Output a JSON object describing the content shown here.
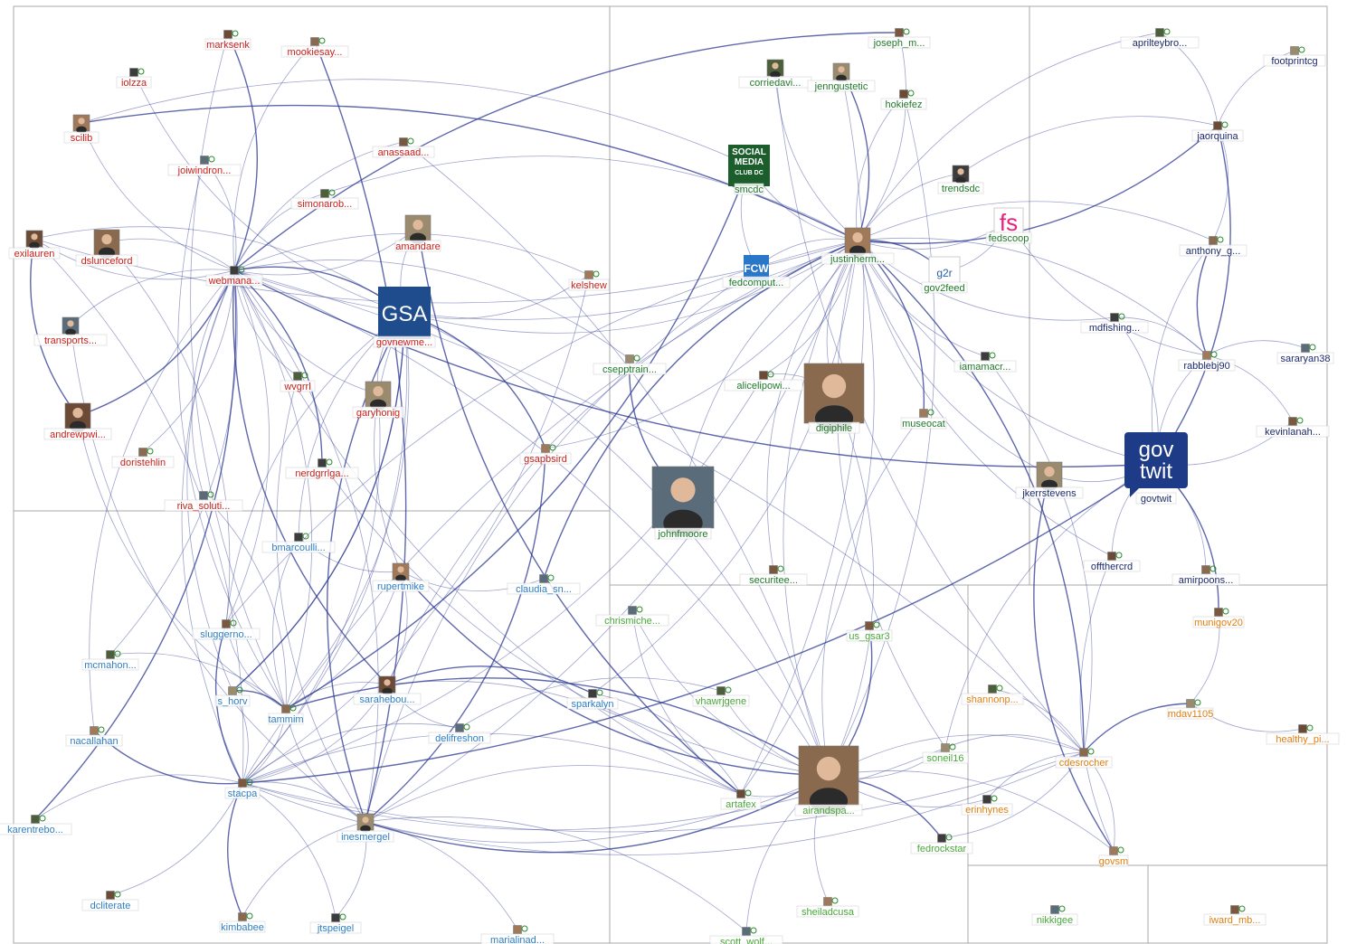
{
  "colors": {
    "edge": "#2a3590",
    "red": "#c8211b",
    "darkblue": "#1c2a6b",
    "green": "#1f7a2a",
    "blue": "#2e7fc4",
    "orange": "#e07f10",
    "lightgreen": "#4aa83a",
    "gsa_bg": "#1f4c8c",
    "govtwit_bg": "#1d3b86",
    "smc_bg": "#1b5e2c",
    "fs_pink": "#e6227a"
  },
  "logos": {
    "gsa": "GSA",
    "smc": [
      "SOCIAL",
      "MEDIA",
      "CLUB DC"
    ],
    "fcw": "FCW",
    "fs": "fs",
    "g2r": "g2r",
    "govtwit": [
      "gov",
      "twit"
    ]
  },
  "nodes": [
    {
      "id": "marksenk",
      "label": "marksenk",
      "group": "red"
    },
    {
      "id": "mookiesay",
      "label": "mookiesay...",
      "group": "red"
    },
    {
      "id": "iolzza",
      "label": "iolzza",
      "group": "red"
    },
    {
      "id": "scilib",
      "label": "scilib",
      "group": "red"
    },
    {
      "id": "joiwindron",
      "label": "joiwindron...",
      "group": "red"
    },
    {
      "id": "anassaad",
      "label": "anassaad...",
      "group": "red"
    },
    {
      "id": "simonarob",
      "label": "simonarob...",
      "group": "red"
    },
    {
      "id": "amandare",
      "label": "amandare",
      "group": "red"
    },
    {
      "id": "exilauren",
      "label": "exilauren",
      "group": "red"
    },
    {
      "id": "dslunceford",
      "label": "dslunceford",
      "group": "red"
    },
    {
      "id": "webmana",
      "label": "webmana...",
      "group": "red"
    },
    {
      "id": "kelshew",
      "label": "kelshew",
      "group": "red"
    },
    {
      "id": "transports",
      "label": "transports...",
      "group": "red"
    },
    {
      "id": "govnewme",
      "label": "govnewme...",
      "group": "red"
    },
    {
      "id": "wvgrrl",
      "label": "wvgrrl",
      "group": "red"
    },
    {
      "id": "garyhonig",
      "label": "garyhonig",
      "group": "red"
    },
    {
      "id": "andrewpwi",
      "label": "andrewpwi...",
      "group": "red"
    },
    {
      "id": "doristehlin",
      "label": "doristehlin",
      "group": "red"
    },
    {
      "id": "nerdgrrlga",
      "label": "nerdgrrlga...",
      "group": "red"
    },
    {
      "id": "gsapbsird",
      "label": "gsapbsird",
      "group": "red"
    },
    {
      "id": "rivasoluti",
      "label": "riva_soluti...",
      "group": "red"
    },
    {
      "id": "joseph_m",
      "label": "joseph_m...",
      "group": "green"
    },
    {
      "id": "corriedavi",
      "label": "corriedavi...",
      "group": "green"
    },
    {
      "id": "jenngustetic",
      "label": "jenngustetic",
      "group": "green"
    },
    {
      "id": "hokiefez",
      "label": "hokiefez",
      "group": "green"
    },
    {
      "id": "smcdc",
      "label": "smcdc",
      "group": "green"
    },
    {
      "id": "trendsdc",
      "label": "trendsdc",
      "group": "green"
    },
    {
      "id": "justinherm",
      "label": "justinherm...",
      "group": "green"
    },
    {
      "id": "fedscoop",
      "label": "fedscoop",
      "group": "green"
    },
    {
      "id": "fedcomput",
      "label": "fedcomput...",
      "group": "green"
    },
    {
      "id": "gov2feed",
      "label": "gov2feed",
      "group": "green"
    },
    {
      "id": "cseptrain",
      "label": "csepptrain...",
      "group": "green"
    },
    {
      "id": "alicelipowi",
      "label": "alicelipowi...",
      "group": "green"
    },
    {
      "id": "digiphile",
      "label": "digiphile",
      "group": "green"
    },
    {
      "id": "iamamacr",
      "label": "iamamacr...",
      "group": "green"
    },
    {
      "id": "museocat",
      "label": "museocat",
      "group": "green"
    },
    {
      "id": "johnfmoore",
      "label": "johnfmoore",
      "group": "green"
    },
    {
      "id": "securitee",
      "label": "securitee...",
      "group": "green"
    },
    {
      "id": "aprilteybro",
      "label": "aprilteybro...",
      "group": "darkblue"
    },
    {
      "id": "footprintcg",
      "label": "footprintcg",
      "group": "darkblue"
    },
    {
      "id": "jaorquina",
      "label": "jaorquina",
      "group": "darkblue"
    },
    {
      "id": "anthony_g",
      "label": "anthony_g...",
      "group": "darkblue"
    },
    {
      "id": "mdfishing",
      "label": "mdfishing...",
      "group": "darkblue"
    },
    {
      "id": "rabblebj90",
      "label": "rabblebj90",
      "group": "darkblue"
    },
    {
      "id": "sararyan38",
      "label": "sararyan38",
      "group": "darkblue"
    },
    {
      "id": "kevinlanah",
      "label": "kevinlanah...",
      "group": "darkblue"
    },
    {
      "id": "govtwit",
      "label": "govtwit",
      "group": "darkblue"
    },
    {
      "id": "jkerrstevens",
      "label": "jkerrstevens",
      "group": "darkblue"
    },
    {
      "id": "offthercrd",
      "label": "offthercrd",
      "group": "darkblue"
    },
    {
      "id": "amirpoons",
      "label": "amirpoons...",
      "group": "darkblue"
    },
    {
      "id": "bmarcoulli",
      "label": "bmarcoulli...",
      "group": "blue"
    },
    {
      "id": "rupertmike",
      "label": "rupertmike",
      "group": "blue"
    },
    {
      "id": "claudia_sn",
      "label": "claudia_sn...",
      "group": "blue"
    },
    {
      "id": "sluggerno",
      "label": "sluggerno...",
      "group": "blue"
    },
    {
      "id": "mcmahon",
      "label": "mcmahon...",
      "group": "blue"
    },
    {
      "id": "s_horv",
      "label": "s_horv",
      "group": "blue"
    },
    {
      "id": "sarahebou",
      "label": "sarahebou...",
      "group": "blue"
    },
    {
      "id": "tammim",
      "label": "tammim",
      "group": "blue"
    },
    {
      "id": "sparkalyn",
      "label": "sparkalyn",
      "group": "blue"
    },
    {
      "id": "nacallahan",
      "label": "nacallahan",
      "group": "blue"
    },
    {
      "id": "delifresh",
      "label": "delifreshon",
      "group": "blue"
    },
    {
      "id": "stacpa",
      "label": "stacpa",
      "group": "blue"
    },
    {
      "id": "karentrebo",
      "label": "karentrebo...",
      "group": "blue"
    },
    {
      "id": "inesmergel",
      "label": "inesmergel",
      "group": "blue"
    },
    {
      "id": "dcliterate",
      "label": "dcliterate",
      "group": "blue"
    },
    {
      "id": "kimbabee",
      "label": "kimbabee",
      "group": "blue"
    },
    {
      "id": "jtspeigel",
      "label": "jtspeigel",
      "group": "blue"
    },
    {
      "id": "marialinad",
      "label": "marialinad...",
      "group": "blue"
    },
    {
      "id": "chrismiche",
      "label": "chrismiche...",
      "group": "lightgreen"
    },
    {
      "id": "us_gsar3",
      "label": "us_gsar3",
      "group": "lightgreen"
    },
    {
      "id": "vhawrjgene",
      "label": "vhawrjgene",
      "group": "lightgreen"
    },
    {
      "id": "soneil16",
      "label": "soneil16",
      "group": "lightgreen"
    },
    {
      "id": "artafex",
      "label": "artafex",
      "group": "lightgreen"
    },
    {
      "id": "airandspa",
      "label": "airandspa...",
      "group": "lightgreen"
    },
    {
      "id": "fedrockstar",
      "label": "fedrockstar",
      "group": "lightgreen"
    },
    {
      "id": "sheiladcusa",
      "label": "sheiladcusa",
      "group": "lightgreen"
    },
    {
      "id": "scott_wolf",
      "label": "scott_wolf...",
      "group": "lightgreen"
    },
    {
      "id": "munigov20",
      "label": "munigov20",
      "group": "orange"
    },
    {
      "id": "shannonp",
      "label": "shannonp...",
      "group": "orange"
    },
    {
      "id": "mdav1105",
      "label": "mdav1105",
      "group": "orange"
    },
    {
      "id": "healthy_pi",
      "label": "healthy_pi...",
      "group": "orange"
    },
    {
      "id": "cdesrocher",
      "label": "cdesrocher",
      "group": "orange"
    },
    {
      "id": "erinhynes",
      "label": "erinhynes",
      "group": "orange"
    },
    {
      "id": "govsm",
      "label": "govsm",
      "group": "orange"
    },
    {
      "id": "nikkigee",
      "label": "nikkigee",
      "group": "lightgreen"
    },
    {
      "id": "iward_mb",
      "label": "iward_mb...",
      "group": "orange"
    }
  ],
  "edges": [
    [
      "webmana",
      "govnewme"
    ],
    [
      "webmana",
      "justinherm"
    ],
    [
      "webmana",
      "exilauren"
    ],
    [
      "webmana",
      "dslunceford"
    ],
    [
      "webmana",
      "scilib"
    ],
    [
      "webmana",
      "marksenk"
    ],
    [
      "webmana",
      "mookiesay"
    ],
    [
      "webmana",
      "joiwindron"
    ],
    [
      "webmana",
      "simonarob"
    ],
    [
      "webmana",
      "transports"
    ],
    [
      "webmana",
      "andrewpwi"
    ],
    [
      "webmana",
      "stacpa"
    ],
    [
      "webmana",
      "tammim"
    ],
    [
      "webmana",
      "s_horv"
    ],
    [
      "webmana",
      "sluggerno"
    ],
    [
      "webmana",
      "sarahebou"
    ],
    [
      "webmana",
      "inesmergel"
    ],
    [
      "webmana",
      "artafex"
    ],
    [
      "webmana",
      "airandspa"
    ],
    [
      "webmana",
      "wvgrrl"
    ],
    [
      "webmana",
      "nerdgrrlga"
    ],
    [
      "webmana",
      "rivasoluti"
    ],
    [
      "webmana",
      "kelshew"
    ],
    [
      "webmana",
      "amandare"
    ],
    [
      "webmana",
      "cdesrocher"
    ],
    [
      "webmana",
      "govtwit"
    ],
    [
      "webmana",
      "anassaad"
    ],
    [
      "webmana",
      "garyhonig"
    ],
    [
      "justinherm",
      "smcdc"
    ],
    [
      "justinherm",
      "fedcomput"
    ],
    [
      "justinherm",
      "gov2feed"
    ],
    [
      "justinherm",
      "fedscoop"
    ],
    [
      "justinherm",
      "trendsdc"
    ],
    [
      "justinherm",
      "joseph_m"
    ],
    [
      "justinherm",
      "corriedavi"
    ],
    [
      "justinherm",
      "jenngustetic"
    ],
    [
      "justinherm",
      "hokiefez"
    ],
    [
      "justinherm",
      "digiphile"
    ],
    [
      "justinherm",
      "alicelipowi"
    ],
    [
      "justinherm",
      "iamamacr"
    ],
    [
      "justinherm",
      "museocat"
    ],
    [
      "justinherm",
      "govtwit"
    ],
    [
      "justinherm",
      "aprilteybro"
    ],
    [
      "justinherm",
      "airandspa"
    ],
    [
      "justinherm",
      "artafex"
    ],
    [
      "justinherm",
      "scilib"
    ],
    [
      "justinherm",
      "govnewme"
    ],
    [
      "justinherm",
      "stacpa"
    ],
    [
      "justinherm",
      "inesmergel"
    ],
    [
      "justinherm",
      "jkerrstevens"
    ],
    [
      "justinherm",
      "cdesrocher"
    ],
    [
      "justinherm",
      "johnfmoore"
    ],
    [
      "justinherm",
      "gsapbsird"
    ],
    [
      "justinherm",
      "sarahebou"
    ],
    [
      "justinherm",
      "exilauren"
    ],
    [
      "justinherm",
      "jaorquina"
    ],
    [
      "justinherm",
      "anthony_g"
    ],
    [
      "justinherm",
      "mdfishing"
    ],
    [
      "justinherm",
      "rabblebj90"
    ],
    [
      "justinherm",
      "soneil16"
    ],
    [
      "govnewme",
      "gsapbsird"
    ],
    [
      "govnewme",
      "garyhonig"
    ],
    [
      "govnewme",
      "stacpa"
    ],
    [
      "govnewme",
      "sluggerno"
    ],
    [
      "govnewme",
      "tammim"
    ],
    [
      "govnewme",
      "inesmergel"
    ],
    [
      "govnewme",
      "airandspa"
    ],
    [
      "govnewme",
      "kelshew"
    ],
    [
      "govnewme",
      "amandare"
    ],
    [
      "govnewme",
      "exilauren"
    ],
    [
      "govnewme",
      "s_horv"
    ],
    [
      "govnewme",
      "rupertmike"
    ],
    [
      "govtwit",
      "jkerrstevens"
    ],
    [
      "govtwit",
      "offthercrd"
    ],
    [
      "govtwit",
      "rabblebj90"
    ],
    [
      "govtwit",
      "jaorquina"
    ],
    [
      "govtwit",
      "anthony_g"
    ],
    [
      "govtwit",
      "kevinlanah"
    ],
    [
      "govtwit",
      "amirpoons"
    ],
    [
      "govtwit",
      "soneil16"
    ],
    [
      "govtwit",
      "stacpa"
    ],
    [
      "govtwit",
      "mdfishing"
    ],
    [
      "aprilteybro",
      "jaorquina"
    ],
    [
      "footprintcg",
      "jaorquina"
    ],
    [
      "jaorquina",
      "anthony_g"
    ],
    [
      "anthony_g",
      "rabblebj90"
    ],
    [
      "rabblebj90",
      "kevinlanah"
    ],
    [
      "sararyan38",
      "rabblebj90"
    ],
    [
      "mdfishing",
      "rabblebj90"
    ],
    [
      "stacpa",
      "tammim"
    ],
    [
      "stacpa",
      "sluggerno"
    ],
    [
      "stacpa",
      "s_horv"
    ],
    [
      "stacpa",
      "inesmergel"
    ],
    [
      "stacpa",
      "karentrebo"
    ],
    [
      "stacpa",
      "dcliterate"
    ],
    [
      "stacpa",
      "kimbabee"
    ],
    [
      "stacpa",
      "jtspeigel"
    ],
    [
      "stacpa",
      "airandspa"
    ],
    [
      "stacpa",
      "artafex"
    ],
    [
      "stacpa",
      "cdesrocher"
    ],
    [
      "stacpa",
      "nacallahan"
    ],
    [
      "stacpa",
      "sarahebou"
    ],
    [
      "stacpa",
      "delifresh"
    ],
    [
      "stacpa",
      "soneil16"
    ],
    [
      "tammim",
      "sluggerno"
    ],
    [
      "tammim",
      "s_horv"
    ],
    [
      "tammim",
      "sarahebou"
    ],
    [
      "tammim",
      "mcmahon"
    ],
    [
      "tammim",
      "bmarcoulli"
    ],
    [
      "tammim",
      "rupertmike"
    ],
    [
      "tammim",
      "airandspa"
    ],
    [
      "tammim",
      "inesmergel"
    ],
    [
      "inesmergel",
      "marialinad"
    ],
    [
      "inesmergel",
      "kimbabee"
    ],
    [
      "inesmergel",
      "jtspeigel"
    ],
    [
      "inesmergel",
      "airandspa"
    ],
    [
      "inesmergel",
      "artafex"
    ],
    [
      "inesmergel",
      "cdesrocher"
    ],
    [
      "inesmergel",
      "scott_wolf"
    ],
    [
      "sarahebou",
      "delifresh"
    ],
    [
      "sarahebou",
      "sparkalyn"
    ],
    [
      "sarahebou",
      "rupertmike"
    ],
    [
      "sarahebou",
      "artafex"
    ],
    [
      "rupertmike",
      "claudia_sn"
    ],
    [
      "rupertmike",
      "bmarcoulli"
    ],
    [
      "rupertmike",
      "airandspa"
    ],
    [
      "airandspa",
      "artafex"
    ],
    [
      "airandspa",
      "soneil16"
    ],
    [
      "airandspa",
      "cdesrocher"
    ],
    [
      "airandspa",
      "sheiladcusa"
    ],
    [
      "airandspa",
      "fedrockstar"
    ],
    [
      "airandspa",
      "erinhynes"
    ],
    [
      "airandspa",
      "govsm"
    ],
    [
      "airandspa",
      "scott_wolf"
    ],
    [
      "airandspa",
      "vhawrjgene"
    ],
    [
      "airandspa",
      "us_gsar3"
    ],
    [
      "airandspa",
      "chrismiche"
    ],
    [
      "cdesrocher",
      "soneil16"
    ],
    [
      "cdesrocher",
      "govsm"
    ],
    [
      "cdesrocher",
      "erinhynes"
    ],
    [
      "cdesrocher",
      "mdav1105"
    ],
    [
      "cdesrocher",
      "shannonp"
    ],
    [
      "cdesrocher",
      "fedrockstar"
    ],
    [
      "mdav1105",
      "healthy_pi"
    ],
    [
      "munigov20",
      "mdav1105"
    ],
    [
      "munigov20",
      "govtwit"
    ],
    [
      "govsm",
      "offthercrd"
    ],
    [
      "artafex",
      "sparkalyn"
    ],
    [
      "artafex",
      "chrismiche"
    ],
    [
      "vhawrjgene",
      "delifresh"
    ],
    [
      "johnfmoore",
      "cseptrain"
    ],
    [
      "digiphile",
      "alicelipowi"
    ],
    [
      "fedcomput",
      "smcdc"
    ],
    [
      "gov2feed",
      "fedscoop"
    ],
    [
      "exilauren",
      "stacpa"
    ],
    [
      "exilauren",
      "andrewpwi"
    ],
    [
      "dslunceford",
      "sluggerno"
    ],
    [
      "andrewpwi",
      "tammim"
    ],
    [
      "scilib",
      "smcdc"
    ],
    [
      "marksenk",
      "tammim"
    ],
    [
      "mookiesay",
      "inesmergel"
    ],
    [
      "iolzza",
      "govnewme"
    ],
    [
      "simonarob",
      "justinherm"
    ],
    [
      "joiwindron",
      "tammim"
    ],
    [
      "anassaad",
      "airandspa"
    ],
    [
      "amandare",
      "artafex"
    ],
    [
      "kelshew",
      "stacpa"
    ],
    [
      "wvgrrl",
      "inesmergel"
    ],
    [
      "garyhonig",
      "stacpa"
    ],
    [
      "nerdgrrlga",
      "airandspa"
    ],
    [
      "gsapbsird",
      "inesmergel"
    ],
    [
      "doristehlin",
      "webmana"
    ],
    [
      "rivasoluti",
      "tammim"
    ],
    [
      "transports",
      "inesmergel"
    ],
    [
      "nacallahan",
      "webmana"
    ],
    [
      "karentrebo",
      "webmana"
    ],
    [
      "sluggerno",
      "justinherm"
    ],
    [
      "s_horv",
      "govnewme"
    ],
    [
      "bmarcoulli",
      "govnewme"
    ],
    [
      "mcmahon",
      "webmana"
    ],
    [
      "claudia_sn",
      "justinherm"
    ],
    [
      "sparkalyn",
      "justinherm"
    ],
    [
      "securitee",
      "justinherm"
    ],
    [
      "museocat",
      "airandspa"
    ],
    [
      "iamamacr",
      "cdesrocher"
    ],
    [
      "jkerrstevens",
      "govsm"
    ],
    [
      "alicelipowi",
      "stacpa"
    ],
    [
      "cseptrain",
      "webmana"
    ],
    [
      "trendsdc",
      "jaorquina"
    ],
    [
      "fedscoop",
      "rabblebj90"
    ],
    [
      "smcdc",
      "tammim"
    ],
    [
      "fedcomput",
      "inesmergel"
    ],
    [
      "hokiefez",
      "airandspa"
    ],
    [
      "corriedavi",
      "cdesrocher"
    ],
    [
      "jenngustetic",
      "artafex"
    ],
    [
      "joseph_m",
      "webmana"
    ],
    [
      "digiphile",
      "airandspa"
    ],
    [
      "justinherm",
      "offthercrd"
    ]
  ]
}
